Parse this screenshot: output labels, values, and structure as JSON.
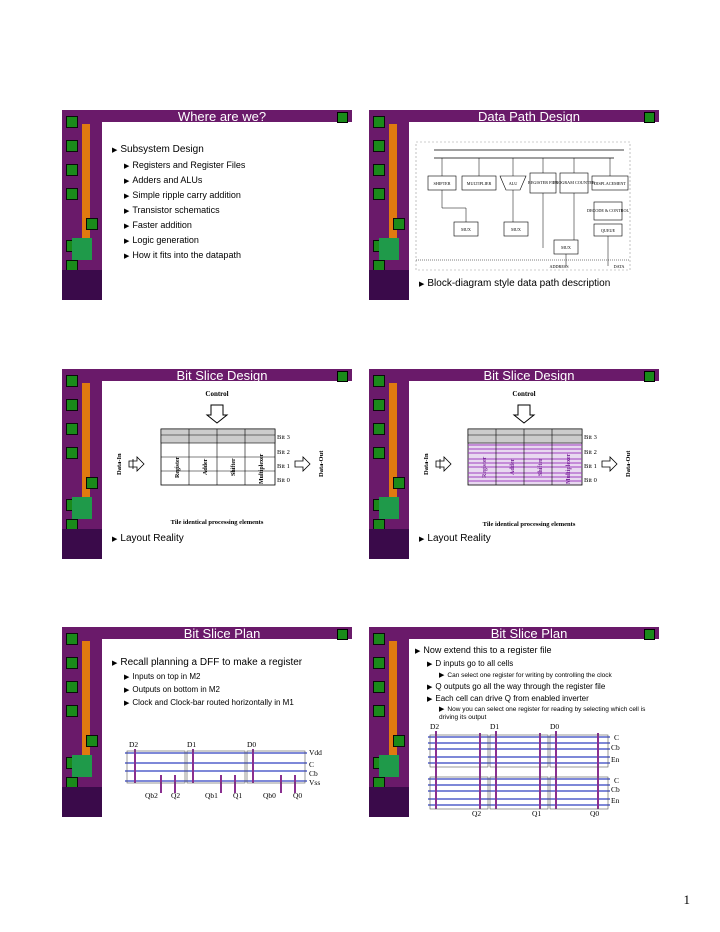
{
  "slides": [
    {
      "title": "Where are we?",
      "bullets": [
        {
          "text": "Subsystem Design",
          "level": 1
        },
        {
          "text": "Registers and Register Files",
          "level": 2
        },
        {
          "text": "Adders and ALUs",
          "level": 2
        },
        {
          "text": "Simple ripple carry addition",
          "level": 2
        },
        {
          "text": "Transistor schematics",
          "level": 2
        },
        {
          "text": "Faster addition",
          "level": 2
        },
        {
          "text": "Logic generation",
          "level": 2
        },
        {
          "text": "How it fits into the datapath",
          "level": 2
        }
      ]
    },
    {
      "title": "Data Path Design",
      "diagram": {
        "shifter": "SHIFTER",
        "multiplier": "MULTIPLIER",
        "alu": "ALU",
        "register_file": "REGISTER FILE",
        "program_counter": "PROGRAM COUNTER",
        "displacement": "DISPLACEMENT",
        "decode_control": "DECODE & CONTROL",
        "mux1": "MUX",
        "mux2": "MUX",
        "queue": "QUEUE",
        "mux3": "MUX",
        "address": "ADDRESS",
        "data": "DATA"
      },
      "caption": "Block-diagram style data path description"
    },
    {
      "title": "Bit Slice Design",
      "control": "Control",
      "data_in": "Data-In",
      "data_out": "Data-Out",
      "columns": [
        "Register",
        "Adder",
        "Shifter",
        "Multiplexer"
      ],
      "bits": [
        "Bit 3",
        "Bit 2",
        "Bit 1",
        "Bit 0"
      ],
      "subtitle": "Tile identical processing elements",
      "bullet": "Layout Reality"
    },
    {
      "title": "Bit Slice Design",
      "control": "Control",
      "data_in": "Data-In",
      "data_out": "Data-Out",
      "columns": [
        "Register",
        "Adder",
        "Shifter",
        "Multiplexer"
      ],
      "bits": [
        "Bit 3",
        "Bit 2",
        "Bit 1",
        "Bit 0"
      ],
      "subtitle": "Tile identical processing elements",
      "bullet": "Layout Reality"
    },
    {
      "title": "Bit Slice Plan",
      "bullets": [
        {
          "text": "Recall planning a DFF to make a register",
          "level": 1
        },
        {
          "text": "Inputs on top in M2",
          "level": 2
        },
        {
          "text": "Outputs on bottom in M2",
          "level": 2
        },
        {
          "text": "Clock and Clock-bar routed horizontally in M1",
          "level": 2
        }
      ],
      "inputs": [
        "D2",
        "D1",
        "D0"
      ],
      "rails": [
        "Vdd",
        "C",
        "Cb",
        "Vss"
      ],
      "outputs": [
        "Qb2",
        "Q2",
        "Qb1",
        "Q1",
        "Qb0",
        "Q0"
      ]
    },
    {
      "title": "Bit Slice Plan",
      "bullets": [
        {
          "text": "Now extend this to a register file",
          "level": 1
        },
        {
          "text": "D inputs go to all cells",
          "level": 2
        },
        {
          "text": "Can select one register for writing by controlling the clock",
          "level": 3
        },
        {
          "text": "Q outputs go all the way through the register file",
          "level": 2
        },
        {
          "text": "Each cell can drive Q from enabled inverter",
          "level": 2
        },
        {
          "text": "Now you can select one register for reading by selecting which cell is driving its output",
          "level": 3
        }
      ],
      "inputs": [
        "D2",
        "D1",
        "D0"
      ],
      "rails": [
        "C",
        "Cb",
        "En"
      ],
      "outputs": [
        "Q2",
        "Q1",
        "Q0"
      ]
    }
  ],
  "page_number": "1"
}
